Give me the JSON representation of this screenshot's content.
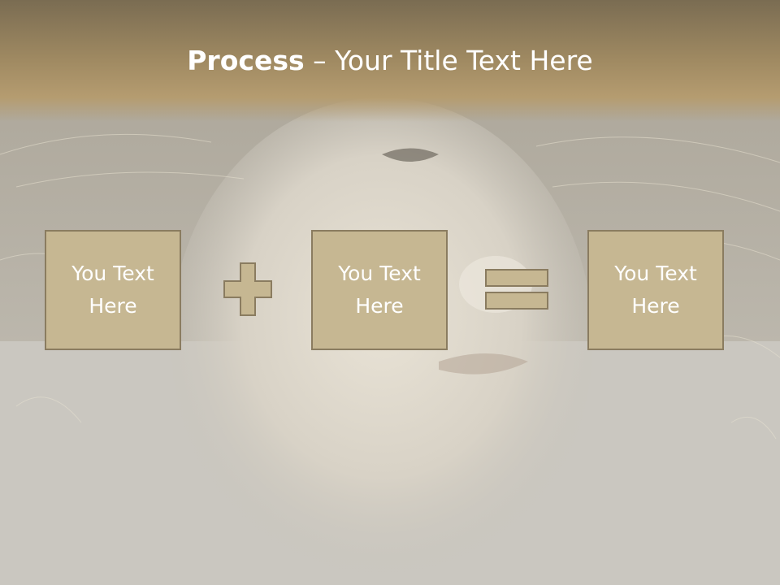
{
  "title": {
    "bold": "Process",
    "separator": " – ",
    "rest": "Your Title Text Here"
  },
  "boxes": [
    {
      "text": "You Text Here"
    },
    {
      "text": "You Text Here"
    },
    {
      "text": "You Text Here"
    }
  ],
  "icons": {
    "plus": "plus-icon",
    "equals": "equals-icon"
  },
  "colors": {
    "box_fill": "#c6b792",
    "box_border": "#8a7c60",
    "title_band": "#a08a62",
    "text": "#ffffff"
  }
}
